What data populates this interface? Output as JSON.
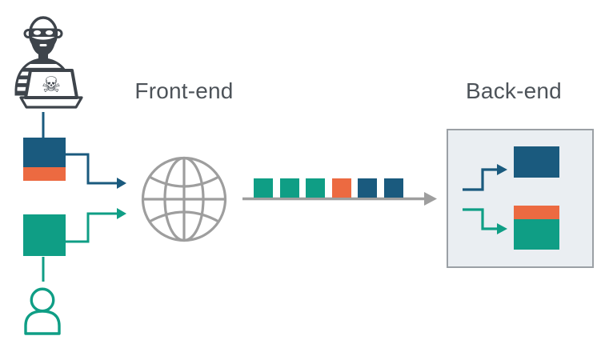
{
  "labels": {
    "front_end": "Front-end",
    "back_end": "Back-end"
  },
  "palette": {
    "blue": "#1a5a7e",
    "orange": "#ec6a41",
    "green": "#0f9e85",
    "gray": "#9e9e9e",
    "dark": "#3e444b",
    "text": "#4d5359",
    "box_bg": "#eaeef2",
    "box_border": "#9ba0a5"
  },
  "icons": {
    "attacker": "hacker-laptop-skull-icon",
    "network": "globe-icon",
    "user": "person-icon"
  },
  "front_requests": {
    "attacker_block": {
      "segments": [
        {
          "color": "blue",
          "height": 37
        },
        {
          "color": "orange",
          "height": 17
        }
      ]
    },
    "user_block": {
      "segments": [
        {
          "color": "green",
          "height": 52
        }
      ]
    }
  },
  "queue": {
    "order": [
      "green",
      "green",
      "green",
      "orange",
      "blue",
      "blue"
    ]
  },
  "backend": {
    "top_block": {
      "segments": [
        {
          "color": "blue",
          "height": 39
        }
      ]
    },
    "bottom_block": {
      "segments": [
        {
          "color": "orange",
          "height": 17
        },
        {
          "color": "green",
          "height": 38
        }
      ]
    }
  }
}
